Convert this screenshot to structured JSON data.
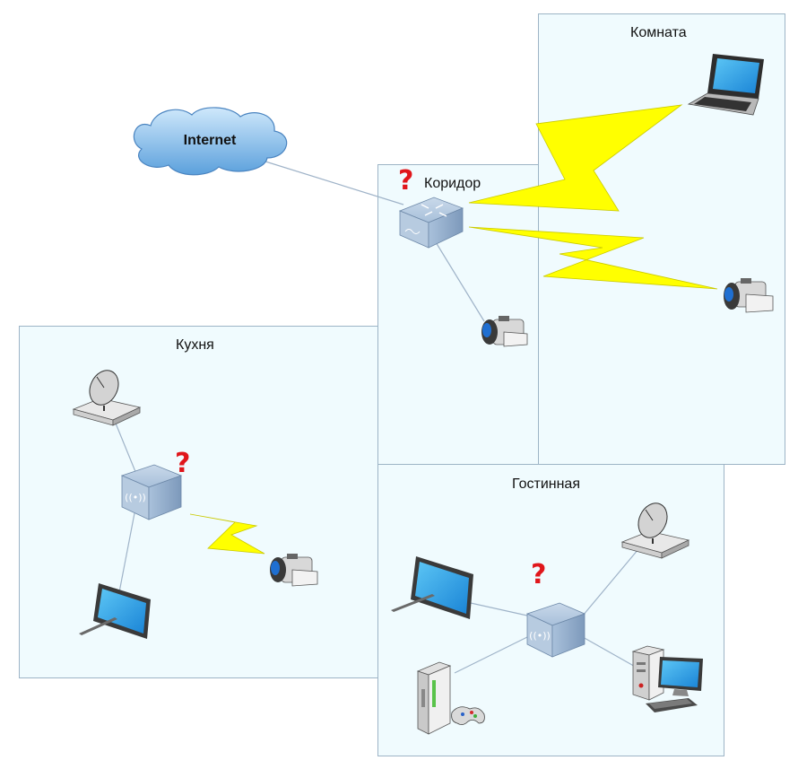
{
  "rooms": {
    "komnata": "Комната",
    "koridor": "Коридор",
    "kukhnya": "Кухня",
    "gostinaya": "Гостинная"
  },
  "internet_label": "Internet",
  "unknown_mark": "?",
  "colors": {
    "room_fill": "#f0fbfe",
    "room_border": "#9db4c6",
    "wireless_bolt": "#ffff00",
    "question_mark": "#e0161b",
    "link_line": "#9fb3c8"
  },
  "icons": {
    "cloud": "internet-cloud-icon",
    "router": "router-icon",
    "access_point": "wireless-access-point-icon",
    "laptop": "laptop-icon",
    "camera": "video-camera-icon",
    "satellite_receiver": "satellite-receiver-icon",
    "monitor": "flat-panel-tv-icon",
    "console": "game-console-icon",
    "desktop": "desktop-computer-icon"
  }
}
